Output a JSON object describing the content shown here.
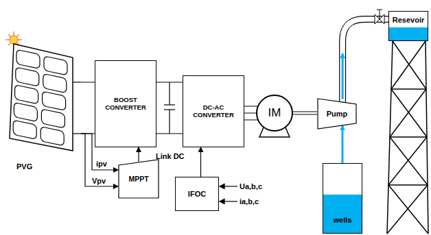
{
  "diagram": {
    "nodes": [
      {
        "text": [
          "PVG"
        ]
      },
      {
        "text": [
          "BOOST CONVERTER"
        ]
      },
      {
        "text": [
          "DC-AC CONVERTER"
        ]
      },
      {
        "text": [
          "IM"
        ]
      },
      {
        "text": [
          "Pump"
        ]
      },
      {
        "text": [
          "Resevoir"
        ]
      },
      {
        "text": [
          "MPPT"
        ]
      },
      {
        "text": [
          "IFOC"
        ]
      },
      {
        "text": [
          "wells"
        ]
      }
    ],
    "edges": [
      {
        "from": 0,
        "to": 1,
        "arrow": "none"
      },
      {
        "from": 1,
        "to": 2,
        "arrow": "none"
      },
      {
        "from": 2,
        "to": 3,
        "arrow": "none"
      },
      {
        "from": 3,
        "to": 4,
        "arrow": "none"
      },
      {
        "from": 6,
        "to": 1,
        "arrow": "to"
      },
      {
        "from": 7,
        "to": 2,
        "arrow": "to"
      },
      {
        "from": 8,
        "to": 4,
        "arrow": "to"
      },
      {
        "from": 4,
        "to": 5,
        "arrow": "to"
      },
      {
        "from": 0,
        "to": 6,
        "label": "ipv",
        "arrow": "to"
      },
      {
        "from": 0,
        "to": 6,
        "label": "Vpv",
        "arrow": "to"
      }
    ],
    "labels": [
      "Link DC",
      "Ua,b,c",
      "ia,b,c"
    ]
  }
}
